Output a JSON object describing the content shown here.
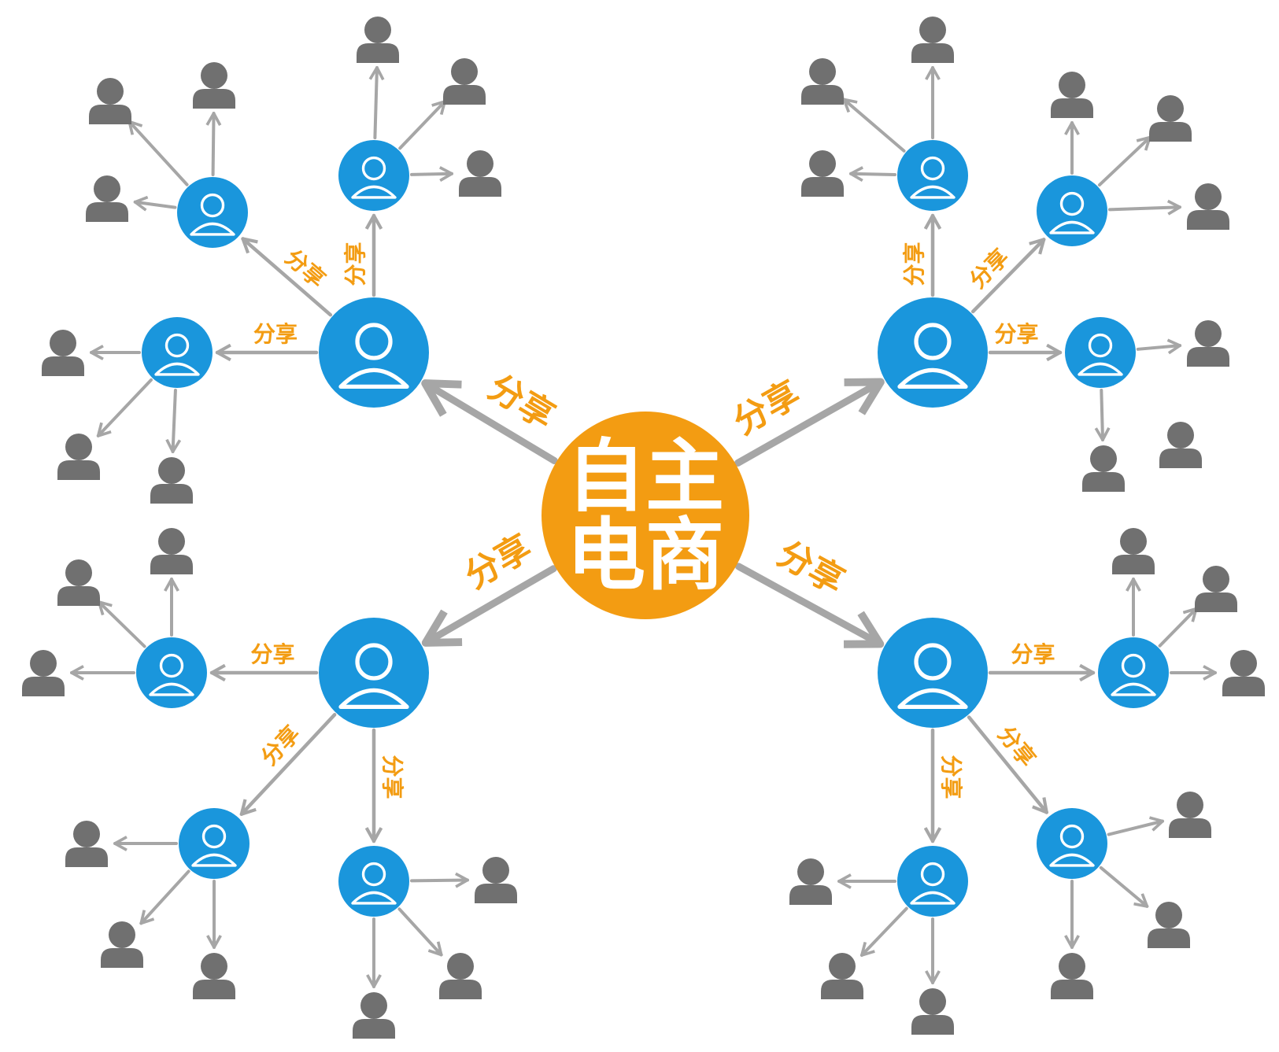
{
  "center": {
    "label_line1": "自主",
    "label_line2": "电商",
    "color": "#f39c12",
    "text_color": "#ffffff"
  },
  "share_label": "分享",
  "colors": {
    "hub": "#1a96dc",
    "leaf": "#707070",
    "arrow": "#a6a6a6",
    "label": "#f39c12"
  },
  "icons": {
    "hub": "user-circle-icon",
    "leaf": "person-icon"
  }
}
